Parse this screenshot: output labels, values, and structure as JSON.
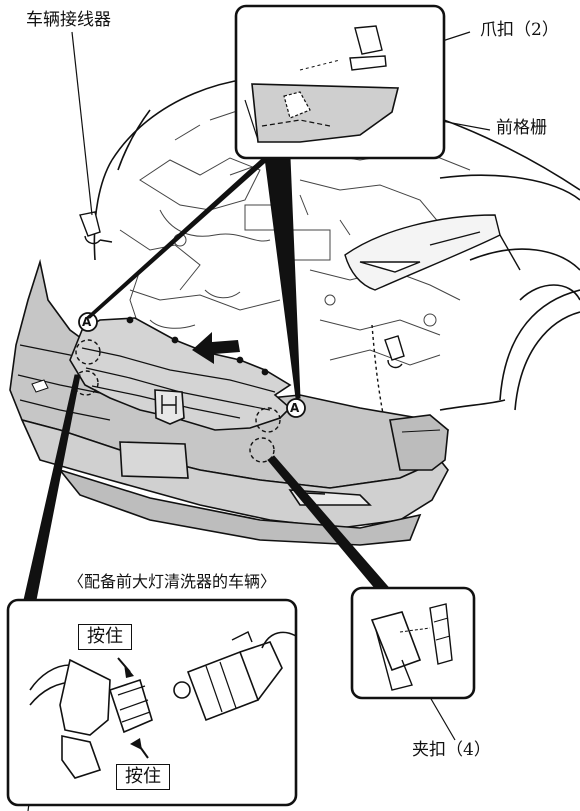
{
  "labels": {
    "wire_connector": "车辆接线器",
    "claw": "爪扣（2）",
    "front_grille": "前格栅",
    "headlight_washer_caption": "〈配备前大灯清洗器的车辆〉",
    "press_top": "按住",
    "press_bottom": "按住",
    "clip": "夹扣（4）"
  },
  "markers": {
    "a_left": "A",
    "a_right": "A"
  },
  "colors": {
    "line": "#111111",
    "grille_fill": "#d4d4d4",
    "panel_fill": "#c6c6c6",
    "detail_line": "#444444"
  }
}
